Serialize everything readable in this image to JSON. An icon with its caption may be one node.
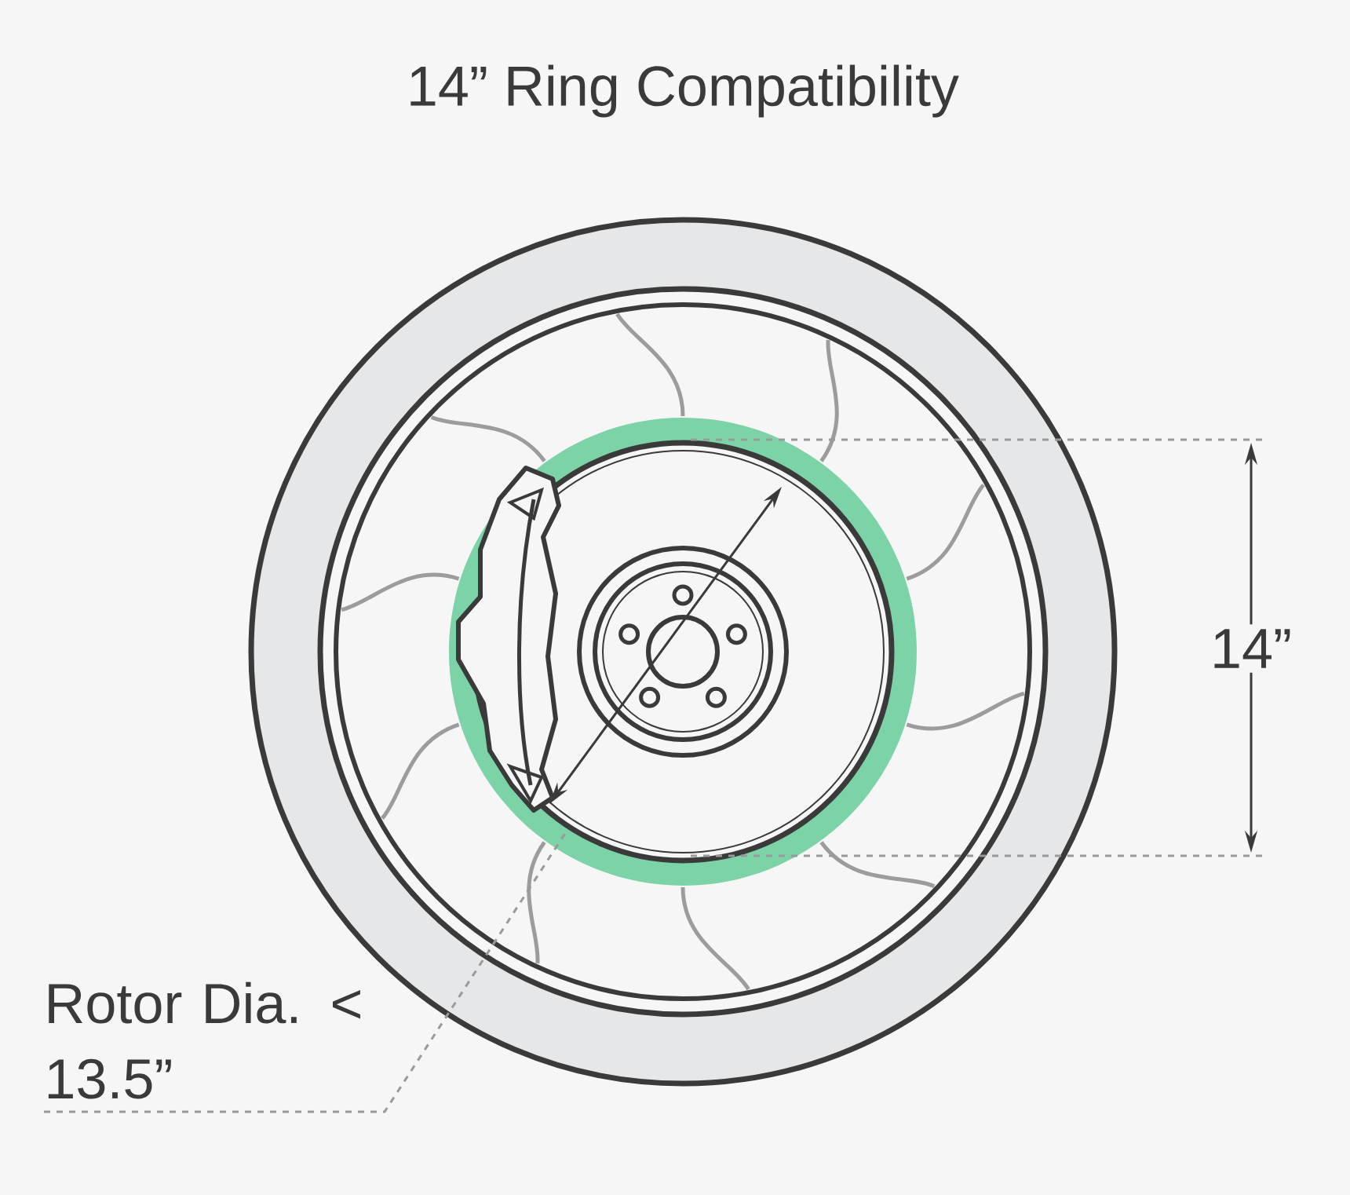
{
  "diagram": {
    "title": "14” Ring Compatibility",
    "nodes": [
      {
        "text": [
          "Rotor Dia. < 13.5”"
        ]
      },
      {
        "text": [],
        "shape": "circle"
      }
    ],
    "edges": [
      {
        "from": 0,
        "to": 1,
        "arrow": "none",
        "style": "dashed"
      }
    ],
    "labels": [
      "14”"
    ]
  }
}
